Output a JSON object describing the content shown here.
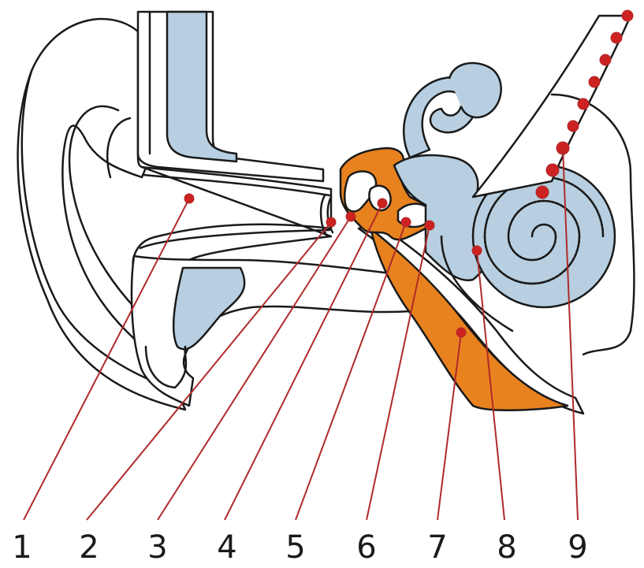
{
  "colors": {
    "fluid_blue": "#b7cfe0",
    "bone_orange": "#e8821e",
    "marker_red": "#cc2222",
    "line_red": "#b02a2a",
    "outline": "#1a1a1a"
  },
  "labels": [
    "1",
    "2",
    "3",
    "4",
    "5",
    "6",
    "7",
    "8",
    "9"
  ]
}
